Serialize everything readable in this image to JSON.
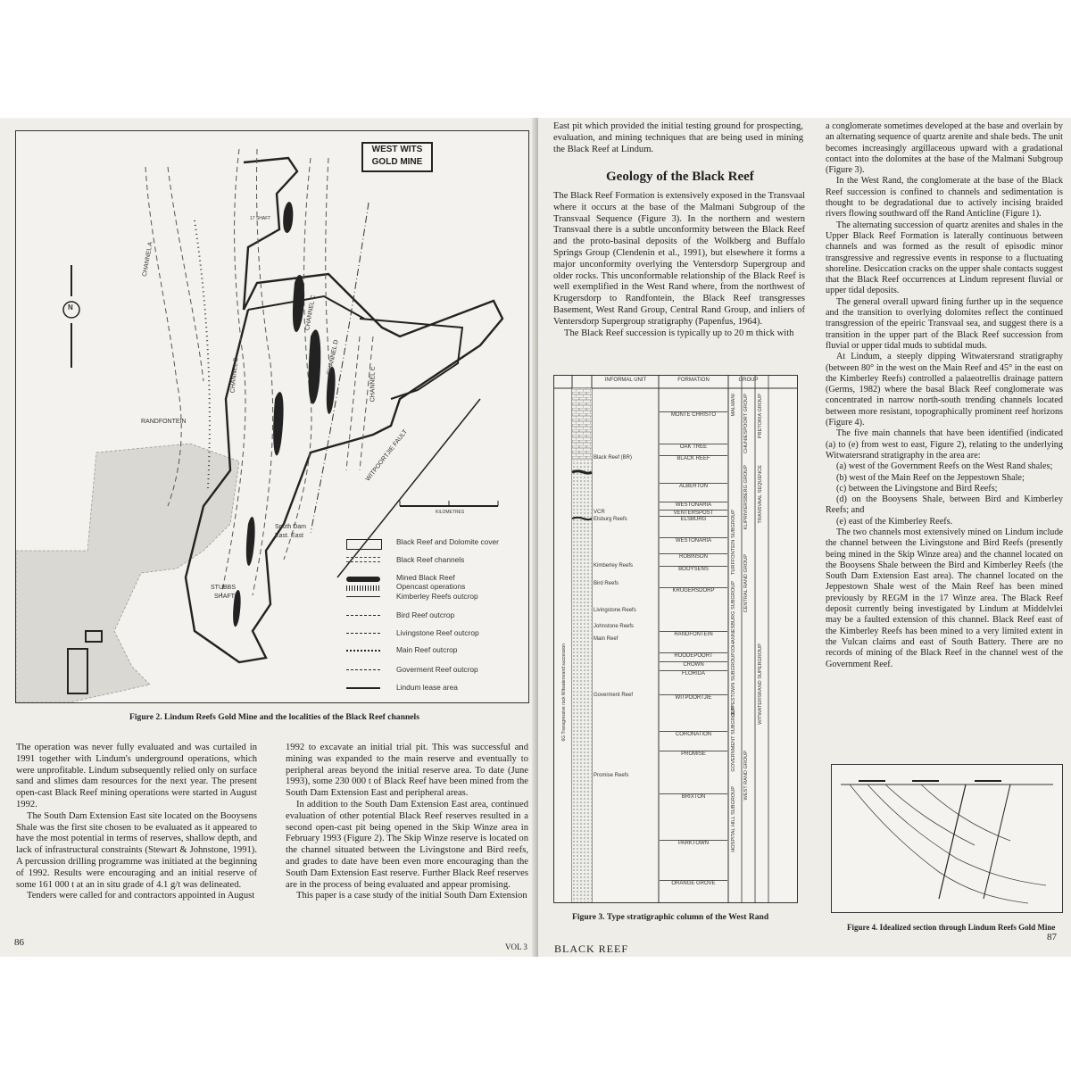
{
  "left_page": {
    "page_number": "86",
    "figure2": {
      "title_box_line1": "WEST WITS",
      "title_box_line2": "GOLD MINE",
      "caption": "Figure 2. Lindum Reefs Gold Mine and the localities of the Black Reef channels",
      "north_symbol": "N",
      "map_labels": {
        "channel_a": "CHANNEL A",
        "channel_b": "CHANNEL B",
        "channel_c": "CHANNEL C",
        "channel_d": "CHANNEL D",
        "channel_e": "CHANNEL E",
        "randfontein": "RANDFONTEIN",
        "witpoortjie_fault": "WITPOORTJIE FAULT",
        "shaft_17": "17 SHAFT",
        "south_dam": "South Dam",
        "east_east": "East. East",
        "stubbs": "STUBBS",
        "shaft": "SHAFT",
        "kilometres": "KILOMETRES"
      },
      "legend": [
        "Black Reef and Dolomite cover",
        "Black Reef channels",
        "Mined Black Reef",
        "Opencast operations",
        "Kimberley Reefs outcrop",
        "Bird Reef outcrop",
        "Livingstone Reef outcrop",
        "Main Reef outcrop",
        "Goverment Reef outcrop",
        "Lindum lease area"
      ]
    },
    "col1": [
      "The operation was never fully evaluated and was curtailed in 1991 together with Lindum's underground operations, which were unprofitable. Lindum subsequently relied only on surface sand and slimes dam resources for the next year. The present open-cast Black Reef mining operations were started in August 1992.",
      "The South Dam Extension East site located on the Booysens Shale was the first site chosen to be evaluated as it appeared to have the most potential in terms of reserves, shallow depth, and lack of infrastructural constraints (Stewart & Johnstone, 1991). A percussion drilling programme was initiated at the beginning of 1992. Results were encouraging and an initial reserve of some 161 000 t at an in situ grade of 4.1 g/t was delineated.",
      "Tenders were called for and contractors appointed in August"
    ],
    "col2": [
      "1992 to excavate an initial trial pit. This was successful and mining was expanded to the main reserve and eventually to peripheral areas beyond the initial reserve area. To date (June 1993), some 230 000 t of Black Reef have been mined from the South Dam Extension East and peripheral areas.",
      "In addition to the South Dam Extension East area, continued evaluation of other potential Black Reef reserves resulted in a second open-cast pit being opened in the Skip Winze area in February 1993 (Figure 2). The Skip Winze reserve is located on the channel situated between the Livingstone and Bird reefs, and grades to date have been even more encouraging than the South Dam Extension East reserve. Further Black Reef reserves are in the process of being evaluated and appear promising.",
      "This paper is a case study of the initial South Dam Extension"
    ],
    "footer_vol": "VOL 3"
  },
  "right_page": {
    "page_number": "87",
    "top_left_text": "East pit which provided the initial testing ground for prospecting, evaluation, and mining techniques that are being used in mining the Black Reef at Lindum.",
    "heading": "Geology of the Black Reef",
    "geology_paras": [
      "The Black Reef Formation is extensively exposed in the Transvaal where it occurs at the base of the Malmani Subgroup of the Transvaal Sequence (Figure 3). In the northern and western Transvaal there is a subtle unconformity between the Black Reef and the proto-basinal deposits of the Wolkberg and Buffalo Springs Group (Clendenin et al., 1991), but elsewhere it forms a major unconformity overlying the Ventersdorp Supergroup and older rocks. This unconformable relationship of the Black Reef is well exemplified in the West Rand where, from the northwest of Krugersdorp to Randfontein, the Black Reef transgresses Basement, West Rand Group, Central Rand Group, and inliers of Ventersdorp Supergroup stratigraphy (Papenfus, 1964).",
      "The Black Reef succession is typically up to 20 m thick with"
    ],
    "right_col_paras": [
      "a conglomerate sometimes developed at the base and overlain by an alternating sequence of quartz arenite and shale beds. The unit becomes increasingly argillaceous upward with a gradational contact into the dolomites at the base of the Malmani Subgroup (Figure 3).",
      "In the West Rand, the conglomerate at the base of the Black Reef succession is confined to channels and sedimentation is thought to be degradational due to actively incising braided rivers flowing southward off the Rand Anticline (Figure 1).",
      "The alternating succession of quartz arenites and shales in the Upper Black Reef Formation is laterally continuous between channels and was formed as the result of episodic minor transgressive and regressive events in response to a fluctuating shoreline. Desiccation cracks on the upper shale contacts suggest that the Black Reef occurrences at Lindum represent fluvial or upper tidal deposits.",
      "The general overall upward fining further up in the sequence and the transition to overlying dolomites reflect the continued transgression of the epeiric Transvaal sea, and suggest there is a transition in the upper part of the Black Reef succession from fluvial or upper tidal muds to subtidal muds.",
      "At Lindum, a steeply dipping Witwatersrand stratigraphy (between 80° in the west on the Main Reef and 45° in the east on the Kimberley Reefs) controlled a palaeotrellis drainage pattern (Germs, 1982) where the basal Black Reef conglomerate was concentrated in narrow north-south trending channels located between more resistant, topographically prominent reef horizons (Figure 4).",
      "The five main channels that have been identified (indicated (a) to (e) from west to east, Figure 2), relating to the underlying Witwatersrand stratigraphy in the area are:"
    ],
    "channel_list": [
      "(a)  west of the Government Reefs on the West Rand shales;",
      "(b)  west of the Main Reef on the Jeppestown Shale;",
      "(c)  between the Livingstone and Bird Reefs;",
      "(d)  on the Booysens Shale, between Bird and Kimberley Reefs; and",
      "(e)  east of the Kimberley Reefs."
    ],
    "closing_para": "The two channels most extensively mined on Lindum include the channel between the Livingstone and Bird Reefs (presently being mined in the Skip Winze area) and the channel located on the Booysens Shale between the Bird and Kimberley Reefs (the South Dam Extension East area). The channel located on the Jeppestown Shale west of the Main Reef has been mined previously by REGM in the 17 Winze area. The Black Reef deposit currently being investigated by Lindum at Middelvlei may be a faulted extension of this channel. Black Reef east of the Kimberley Reefs has been mined to a very limited extent in the Vulcan claims and east of South Battery. There are no records of mining of the Black Reef in the channel west of the Government Reef.",
    "figure3": {
      "caption": "Figure 3. Type stratigraphic column of the West Rand",
      "headers": [
        "INFORMAL UNIT",
        "FORMATION",
        "GROUP"
      ],
      "formations": [
        "MONTE CHRISTO",
        "OAK TREE",
        "BLACK REEF",
        "ALBERTON",
        "WESTONARIA",
        "VENTERSPOST",
        "ELSBURG",
        "WESTONARIA",
        "ROBINSON",
        "BOOYSENS",
        "KRUGERSDORP",
        "RANDFONTEIN",
        "ROODEPOORT",
        "CROWN",
        "FLORIDA",
        "WITPOORTJIE",
        "CORONATION",
        "PROMISE",
        "BRIXTON",
        "PARKTOWN",
        "ORANGE GROVE"
      ],
      "informal_units": [
        "Black Reef (BR)",
        "VCR",
        "Elsburg Reefs",
        "Kimberley Reefs",
        "Bird Reefs",
        "Livingstone Reefs",
        "Johnstone Reefs",
        "Main Reef",
        "Goverment Reef",
        "Promise Reefs"
      ],
      "groups": [
        "MALMANI",
        "CHUNIESPOORT GROUP",
        "KLIPRIVIERSBERG GROUP",
        "TURFFONTEIN SUBGROUP",
        "JOHANNESBURG SUBGROUP",
        "CENTRAL RAND GROUP",
        "JEPPESTOWN SUBGROUP",
        "GOVERNMENT SUBGROUP",
        "WEST RAND GROUP",
        "HOSPITAL HILL SUBGROUP",
        "WITWATERSRAND SUPERGROUP",
        "PRETORIA GROUP",
        "TRANSVAAL SEQUENCE"
      ],
      "thickness_label": "6G Transgressive rock Witwatersrand succession"
    },
    "figure4": {
      "caption": "Figure 4. Idealized section through Lindum Reefs Gold Mine"
    },
    "footer_running_head": "BLACK REEF"
  }
}
